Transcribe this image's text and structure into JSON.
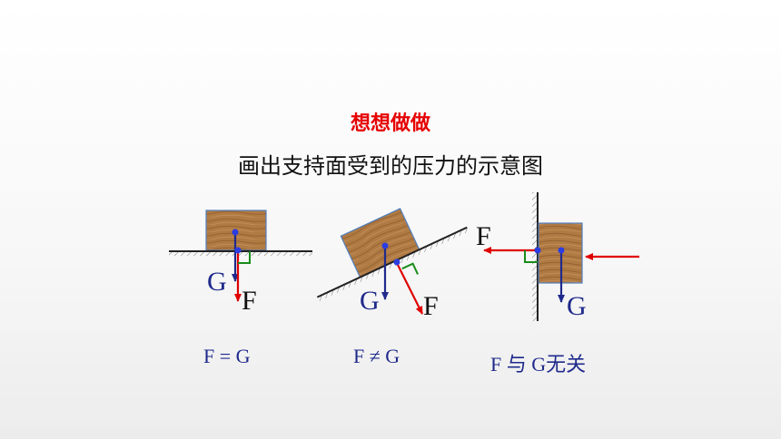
{
  "title": "想想做做",
  "subtitle": "画出支持面受到的压力的示意图",
  "colors": {
    "title": "#e60000",
    "force_F": "#e00000",
    "gravity_G": "#1f2a8c",
    "right_angle": "#1a8c1a",
    "dot": "#2b3de0",
    "wood": "#b07a43",
    "wood_border": "#4f7fbf"
  },
  "diagrams": {
    "horizontal": {
      "label_G": "G",
      "label_F": "F",
      "relation": "F = G"
    },
    "incline": {
      "label_G": "G",
      "label_F": "F",
      "relation": "F ≠ G"
    },
    "wall": {
      "label_G": "G",
      "label_F": "F",
      "relation": "F 与 G无关"
    }
  }
}
